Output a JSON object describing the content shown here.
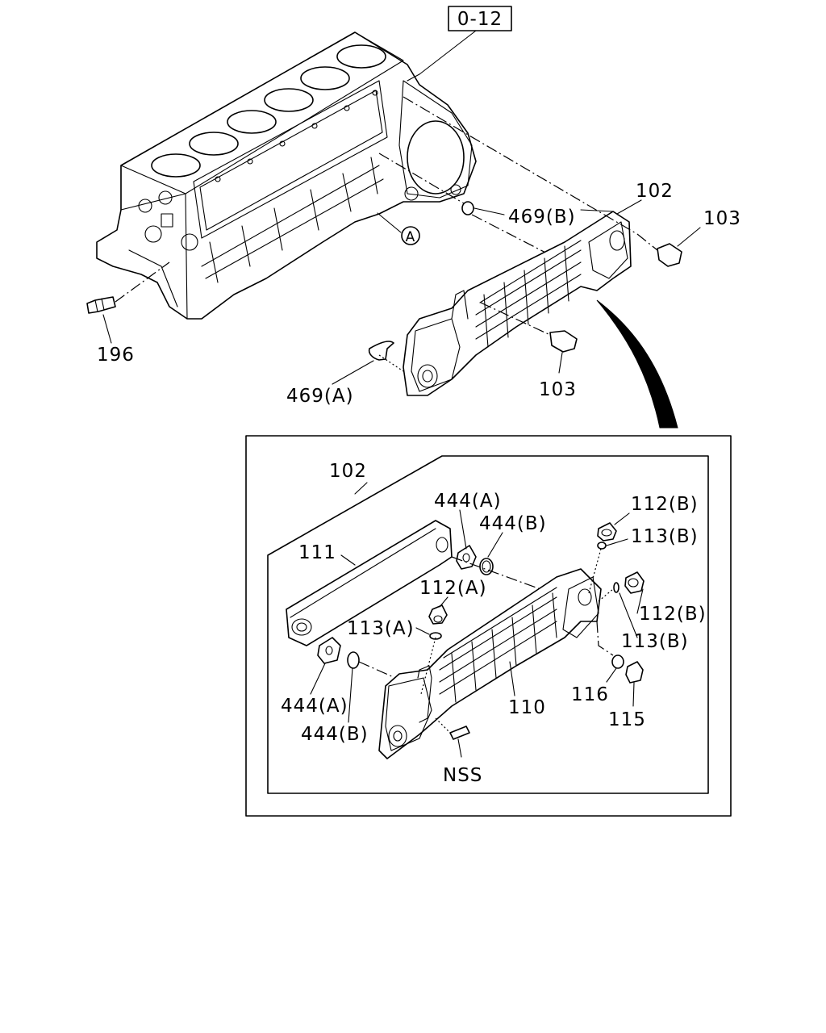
{
  "labels": {
    "ref_box": "0-12",
    "p102_top": "102",
    "p103_right": "103",
    "p469b": "469(B)",
    "circle_a": "A",
    "p196": "196",
    "p469a": "469(A)",
    "p103_bottom": "103",
    "p102_inset": "102",
    "p111": "111",
    "p444a_top": "444(A)",
    "p444b_top": "444(B)",
    "p112b_top": "112(B)",
    "p113b_top": "113(B)",
    "p112a": "112(A)",
    "p113a": "113(A)",
    "p112b_mid": "112(B)",
    "p113b_mid": "113(B)",
    "p444a_bottom": "444(A)",
    "p444b_bottom": "444(B)",
    "p110": "110",
    "p116": "116",
    "p115": "115",
    "nss": "NSS"
  }
}
